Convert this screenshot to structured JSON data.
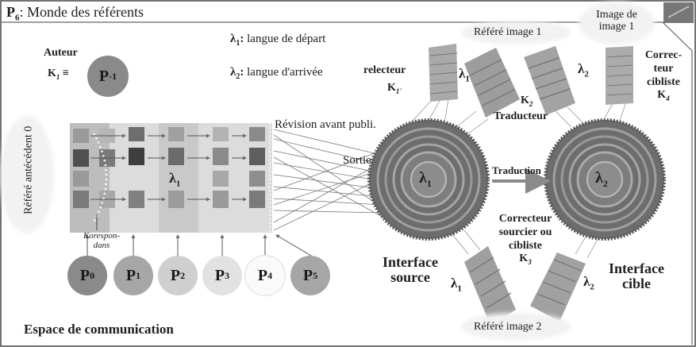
{
  "title": {
    "p": "P",
    "sub": "6",
    "text": ": Monde des référents"
  },
  "footer": "Espace de communication",
  "legend": {
    "l1_sym": "λ",
    "l1_sub": "1",
    "l1_text": "langue de départ",
    "l2_sym": "λ",
    "l2_sub": "2",
    "l2_text": "langue d'arrivée"
  },
  "auteur": {
    "label": "Auteur",
    "k": "K",
    "k_sub": "1",
    "eq": "≡",
    "p": "P",
    "p_sub": "-1"
  },
  "matrix_lambda": {
    "sym": "λ",
    "sub": "1"
  },
  "refere_antecedent": "Référé antécédent 0",
  "korespondans": "Korespon- dans",
  "persons": [
    {
      "p": "P",
      "sub": "0"
    },
    {
      "p": "P",
      "sub": "1"
    },
    {
      "p": "P",
      "sub": "2"
    },
    {
      "p": "P",
      "sub": "3"
    },
    {
      "p": "P",
      "sub": "4"
    },
    {
      "p": "P",
      "sub": "5"
    }
  ],
  "revision": "Révision avant publi.",
  "sortie": "Sortie",
  "interface_source": {
    "line1": "Interface",
    "line2": "source",
    "sym": "λ",
    "sub": "1"
  },
  "interface_cible": {
    "line1": "Interface",
    "line2": "cible",
    "sym": "λ",
    "sub": "2"
  },
  "traduction": "Traduction",
  "refere_image1": "Référé image 1",
  "refere_image2": "Référé image 2",
  "image_de_image": {
    "line1": "Image de",
    "line2": "image 1"
  },
  "relecteur": {
    "label": "relecteur",
    "k": "K",
    "k_sub": "1'"
  },
  "traducteur": {
    "k": "K",
    "k_sub": "2",
    "label": "Traducteur"
  },
  "correcteur_cibliste": {
    "line1": "Correc-",
    "line2": "teur",
    "line3": "cibliste",
    "k": "K",
    "k_sub": "4"
  },
  "correcteur_sourcier": {
    "line1": "Correcteur",
    "line2": "sourcier ou",
    "line3": "cibliste",
    "k": "K",
    "k_sub": "3"
  },
  "lambda_labels": [
    {
      "sym": "λ",
      "sub": "1"
    },
    {
      "sym": "λ",
      "sub": "2"
    },
    {
      "sym": "λ",
      "sub": "1"
    },
    {
      "sym": "λ",
      "sub": "2"
    }
  ],
  "colors": {
    "frame": "#555555",
    "circle_dark": "#8a8a8a",
    "circle_mid": "#b5b5b5",
    "circle_light": "#e6e6e6",
    "wheel_dark": "#6d6d6d",
    "wheel_ring": "#a0a0a0",
    "arrow": "#888888"
  }
}
